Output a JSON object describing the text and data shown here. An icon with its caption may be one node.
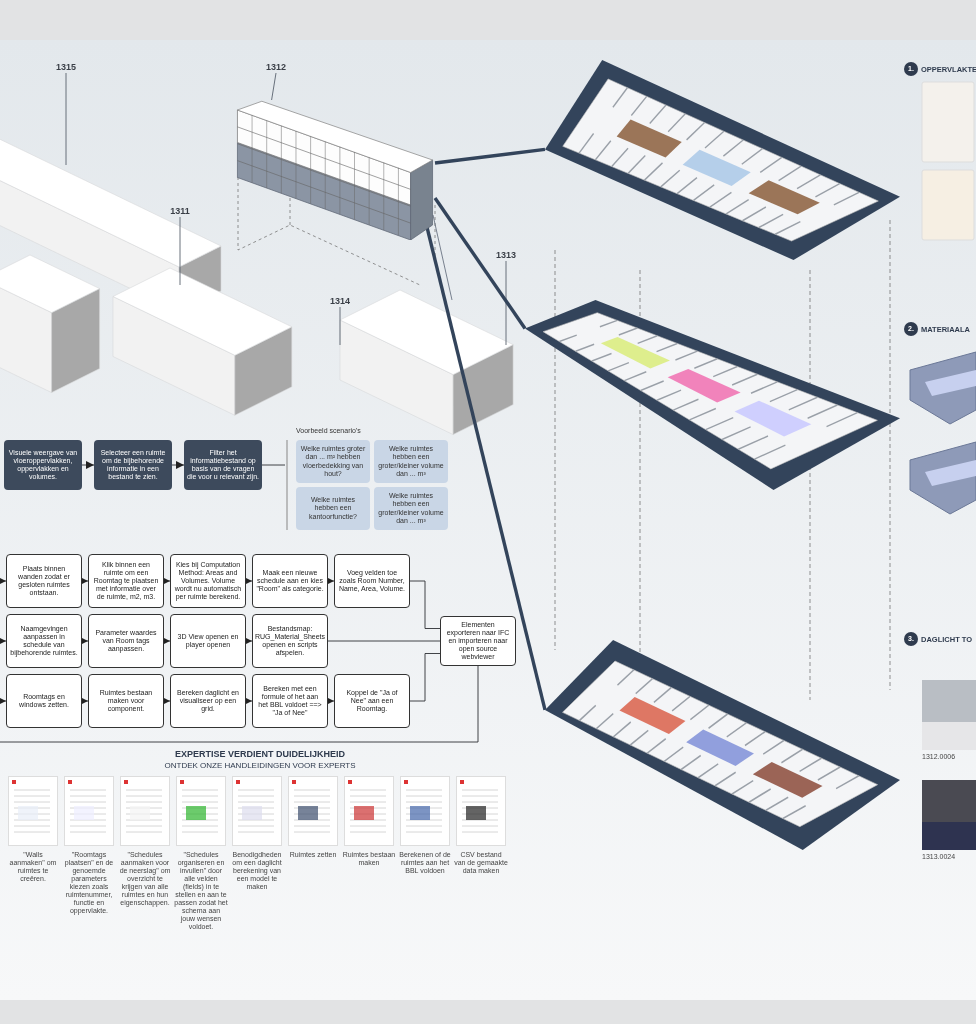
{
  "diagram": {
    "nodes": [
      {
        "text": [
          "1315"
        ]
      },
      {
        "text": [
          "1312"
        ]
      },
      {
        "text": [
          "1311"
        ]
      },
      {
        "text": [
          "1313"
        ]
      },
      {
        "text": [
          "1314"
        ]
      },
      {
        "text": [],
        "shape": "picture"
      },
      {
        "text": [],
        "shape": "picture"
      },
      {
        "text": [],
        "shape": "picture"
      },
      {
        "text": [],
        "shape": "picture"
      },
      {
        "text": [
          "Visuele weergave van vloeroppervlakken, oppervlakken en volumes."
        ]
      },
      {
        "text": [
          "Selecteer een ruimte om de bijbehorende informatie in een bestand te zien."
        ]
      },
      {
        "text": [
          "Filter het informatiebestand op basis van de vragen die voor u relevant zijn."
        ]
      },
      {
        "text": [
          "Welke ruimtes groter dan ... m² hebben vloerbedekking van hout?"
        ]
      },
      {
        "text": [
          "Welke ruimtes hebben een groter/kleiner volume dan ... m³"
        ]
      },
      {
        "text": [
          "Welke ruimtes hebben een kantoorfunctie?"
        ]
      },
      {
        "text": [
          "Welke ruimtes hebben een groter/kleiner volume dan ... m³"
        ]
      },
      {
        "text": [
          "Plaats binnen wanden zodat er gesloten ruimtes ontstaan."
        ]
      },
      {
        "text": [
          "Klik binnen een ruimte om een Roomtag te plaatsen met informatie over de ruimte, m2, m3."
        ]
      },
      {
        "text": [
          "Kies bij Computation Method: Areas and Volumes. Volume wordt nu automatisch per ruimte berekend."
        ]
      },
      {
        "text": [
          "Maak een nieuwe schedule aan en kies \"Room\" als categorie."
        ]
      },
      {
        "text": [
          "Voeg velden toe zoals Room Number, Name, Area, Volume."
        ]
      },
      {
        "text": [
          "Naamgevingen aanpassen in schedule van bijbehorende ruimtes."
        ]
      },
      {
        "text": [
          "Parameter waardes van Room tags aanpassen."
        ]
      },
      {
        "text": [
          "3D View openen en player openen"
        ]
      },
      {
        "text": [
          "Bestandsmap: RUG_Material_Sheets openen en scripts afspelen."
        ]
      },
      {
        "text": [
          "Roomtags en windows zetten."
        ]
      },
      {
        "text": [
          "Ruimtes bestaan maken voor component."
        ]
      },
      {
        "text": [
          "Bereken daglicht en visualiseer op een grid."
        ]
      },
      {
        "text": [
          "Bereken met een formule of het aan het BBL voldoet ==> \"Ja of Nee\""
        ]
      },
      {
        "text": [
          "Koppel de \"Ja of Nee\" aan een Roomtag."
        ]
      },
      {
        "text": [
          "Elementen exporteren naar IFC en importeren naar open source webviewer"
        ]
      },
      {
        "text": [
          "1."
        ],
        "beside": [
          "OPPERVLAKTE"
        ]
      },
      {
        "text": [
          "2."
        ],
        "beside": [
          "MATERIAALA"
        ]
      },
      {
        "text": [
          "3."
        ],
        "beside": [
          "DAGLICHT TO"
        ]
      },
      {
        "text": [],
        "shape": "picture",
        "beside": [
          "\"Walls aanmaken\" om ruimtes te creëren."
        ]
      },
      {
        "text": [],
        "shape": "picture",
        "beside": [
          "\"Roomtags plaatsen\" en de genoemde parameters kiezen zoals ruimtenummer, functie en oppervlakte."
        ]
      },
      {
        "text": [],
        "shape": "picture",
        "beside": [
          "\"Schedules aanmaken voor de neerslag\" om overzicht te krijgen van alle ruimtes en hun eigenschappen."
        ]
      },
      {
        "text": [],
        "shape": "picture",
        "beside": [
          "\"Schedules organiseren en invullen\" door alle velden (fields) in te stellen en aan te passen zodat het schema aan jouw wensen voldoet."
        ]
      },
      {
        "text": [],
        "shape": "picture",
        "beside": [
          "Benodigdheden om een daglicht berekening van een model te maken"
        ]
      },
      {
        "text": [],
        "shape": "picture",
        "beside": [
          "Ruimtes zetten"
        ]
      },
      {
        "text": [],
        "shape": "picture",
        "beside": [
          "Ruimtes bestaan maken"
        ]
      },
      {
        "text": [],
        "shape": "picture",
        "beside": [
          "Berekenen of de ruimtes aan het BBL voldoen"
        ]
      },
      {
        "text": [],
        "shape": "picture",
        "beside": [
          "CSV bestand van de gemaakte data maken"
        ]
      },
      {
        "text": [],
        "shape": "picture",
        "beside": [
          "1312.0006"
        ]
      },
      {
        "text": [],
        "shape": "picture",
        "beside": [
          "1313.0024"
        ]
      },
      {
        "text": [],
        "shape": "bar"
      }
    ],
    "edges": [
      {
        "from": 0,
        "to": null,
        "arrow": "none"
      },
      {
        "from": 1,
        "to": 5,
        "arrow": "none"
      },
      {
        "from": 2,
        "to": null,
        "arrow": "none"
      },
      {
        "from": 3,
        "to": null,
        "arrow": "none"
      },
      {
        "from": 4,
        "to": null,
        "arrow": "none"
      },
      {
        "from": 5,
        "to": 6,
        "arrow": "none",
        "style": "thick"
      },
      {
        "from": 5,
        "to": 7,
        "arrow": "none",
        "style": "thick"
      },
      {
        "from": 5,
        "to": 8,
        "arrow": "none",
        "style": "thick"
      },
      {
        "from": 9,
        "to": 10,
        "arrow": "to"
      },
      {
        "from": 10,
        "to": 11,
        "arrow": "to"
      },
      {
        "from": 11,
        "to": 45,
        "arrow": "none"
      },
      {
        "from": null,
        "to": 16,
        "arrow": "to"
      },
      {
        "from": 16,
        "to": 17,
        "arrow": "to"
      },
      {
        "from": 17,
        "to": 18,
        "arrow": "to"
      },
      {
        "from": 18,
        "to": 19,
        "arrow": "to"
      },
      {
        "from": 19,
        "to": 20,
        "arrow": "to"
      },
      {
        "from": null,
        "to": 21,
        "arrow": "to"
      },
      {
        "from": 21,
        "to": 22,
        "arrow": "to"
      },
      {
        "from": 22,
        "to": 23,
        "arrow": "to"
      },
      {
        "from": 23,
        "to": 24,
        "arrow": "to"
      },
      {
        "from": null,
        "to": 25,
        "arrow": "to"
      },
      {
        "from": 25,
        "to": 26,
        "arrow": "to"
      },
      {
        "from": 26,
        "to": 27,
        "arrow": "to"
      },
      {
        "from": 27,
        "to": 28,
        "arrow": "to"
      },
      {
        "from": 28,
        "to": 29,
        "arrow": "to"
      },
      {
        "from": 20,
        "to": 30,
        "arrow": "none"
      },
      {
        "from": 24,
        "to": 30,
        "arrow": "none"
      },
      {
        "from": 29,
        "to": 30,
        "arrow": "none"
      },
      {
        "from": 30,
        "to": null,
        "arrow": "none"
      }
    ],
    "labels": [
      "Voorbeeld scenario's",
      "EXPERTISE VERDIENT DUIDELIJKHEID",
      "ONTDEK ONZE HANDLEIDINGEN VOOR EXPERTS"
    ]
  }
}
